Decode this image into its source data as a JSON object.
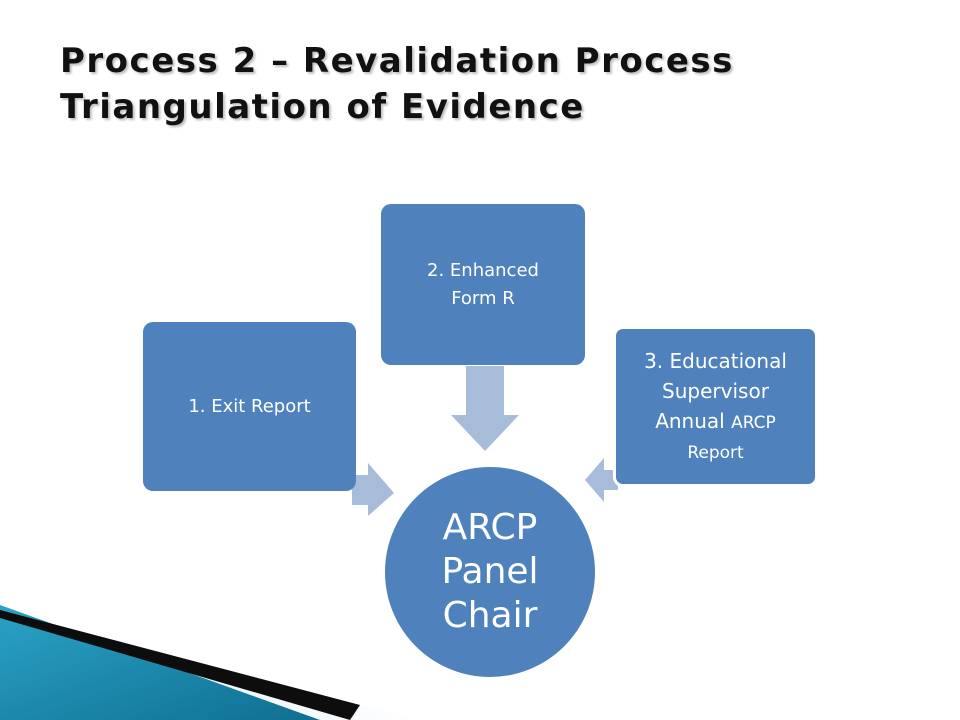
{
  "title": {
    "line1": "Process 2 – Revalidation Process",
    "line2": "Triangulation of Evidence"
  },
  "diagram": {
    "center": {
      "line1": "ARCP",
      "line2": "Panel",
      "line3": "Chair"
    },
    "boxes": [
      {
        "label": "1. Exit Report"
      },
      {
        "label": "2. Enhanced Form R"
      },
      {
        "line1": "3. Educational",
        "line2": "Supervisor",
        "line3_main": "Annual",
        "line3_small": "ARCP",
        "line4": "Report"
      }
    ]
  },
  "colors": {
    "node_fill": "#4f81bd",
    "arrow_fill": "#a7bcd9",
    "title_text": "#111111",
    "deco_teal": "#1f8fb3",
    "deco_dark": "#0d0d0d"
  }
}
